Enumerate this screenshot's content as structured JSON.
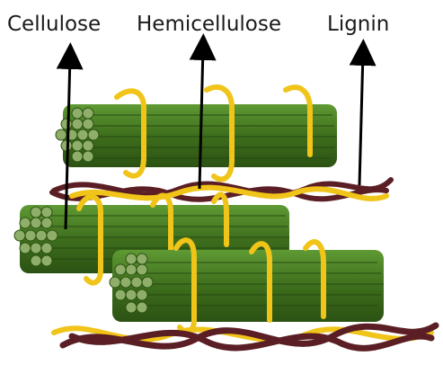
{
  "labels": {
    "cellulose": "Cellulose",
    "hemicellulose": "Hemicellulose",
    "lignin": "Lignin"
  },
  "colors": {
    "cellulose_fiber": "#3e6e1c",
    "cellulose_highlight": "#5f9a34",
    "cellulose_end": "#8fae6a",
    "hemicellulose": "#f0c419",
    "lignin": "#5a1e24",
    "arrow": "#000000"
  }
}
